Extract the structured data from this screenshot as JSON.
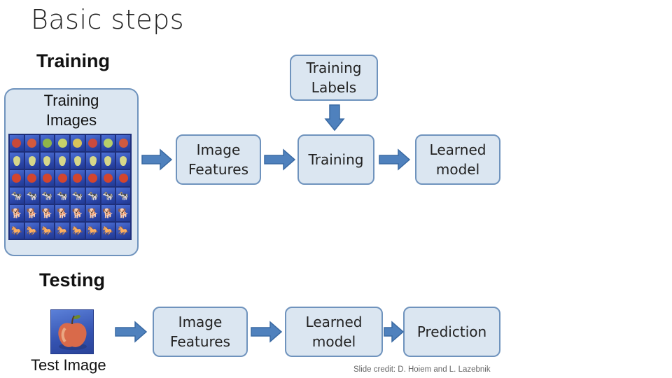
{
  "title": "Basic steps",
  "training": {
    "heading": "Training",
    "images_label": "Training\nImages",
    "labels_box": "Training\nLabels",
    "features_box": "Image\nFeatures",
    "training_box": "Training",
    "model_box": "Learned\nmodel"
  },
  "testing": {
    "heading": "Testing",
    "image_label": "Test Image",
    "features_box": "Image\nFeatures",
    "model_box": "Learned\nmodel",
    "prediction_box": "Prediction"
  },
  "credit": "Slide credit: D. Hoiem and L. Lazebnik",
  "colors": {
    "box_fill": "#dbe6f1",
    "box_border": "#6f93bd",
    "arrow_fill": "#4f81bd",
    "arrow_stroke": "#3a6aa3"
  },
  "image_grid_rows": [
    [
      "apple",
      "apple",
      "apple",
      "apple",
      "apple",
      "apple",
      "apple",
      "apple"
    ],
    [
      "pear",
      "pear",
      "pear",
      "pear",
      "pear",
      "pear",
      "pear",
      "pear"
    ],
    [
      "tomato",
      "tomato",
      "tomato",
      "tomato",
      "tomato",
      "tomato",
      "tomato",
      "tomato"
    ],
    [
      "cow",
      "cow",
      "cow",
      "cow",
      "cow",
      "cow",
      "cow",
      "cow"
    ],
    [
      "dog",
      "dog",
      "dog",
      "dog",
      "dog",
      "dog",
      "dog",
      "dog"
    ],
    [
      "horse",
      "horse",
      "horse",
      "horse",
      "horse",
      "horse",
      "horse",
      "horse"
    ]
  ]
}
